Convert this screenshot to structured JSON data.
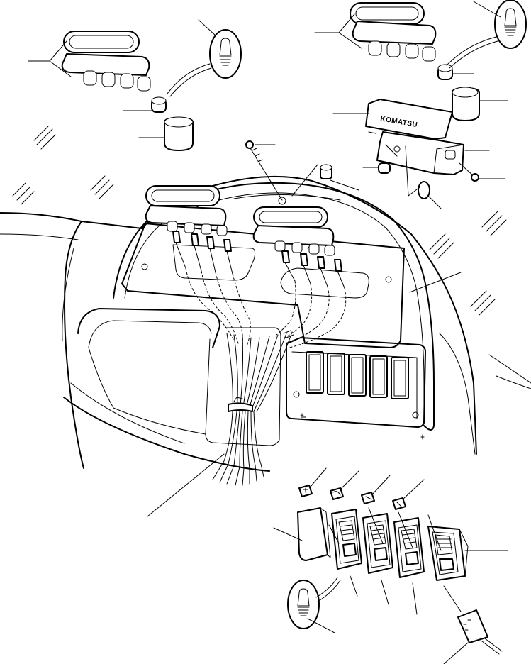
{
  "diagram": {
    "brand_label": "KOMATSU",
    "colors": {
      "ink": "#000000",
      "paper": "#ffffff"
    },
    "parts": [
      "panel-housing",
      "left-indicator-cluster",
      "right-indicator-cluster",
      "warning-lamp-unit",
      "mounting-bracket",
      "rocker-switch-row",
      "wiring-harness",
      "bulb",
      "bulb-socket",
      "screw",
      "connector-plug"
    ]
  }
}
